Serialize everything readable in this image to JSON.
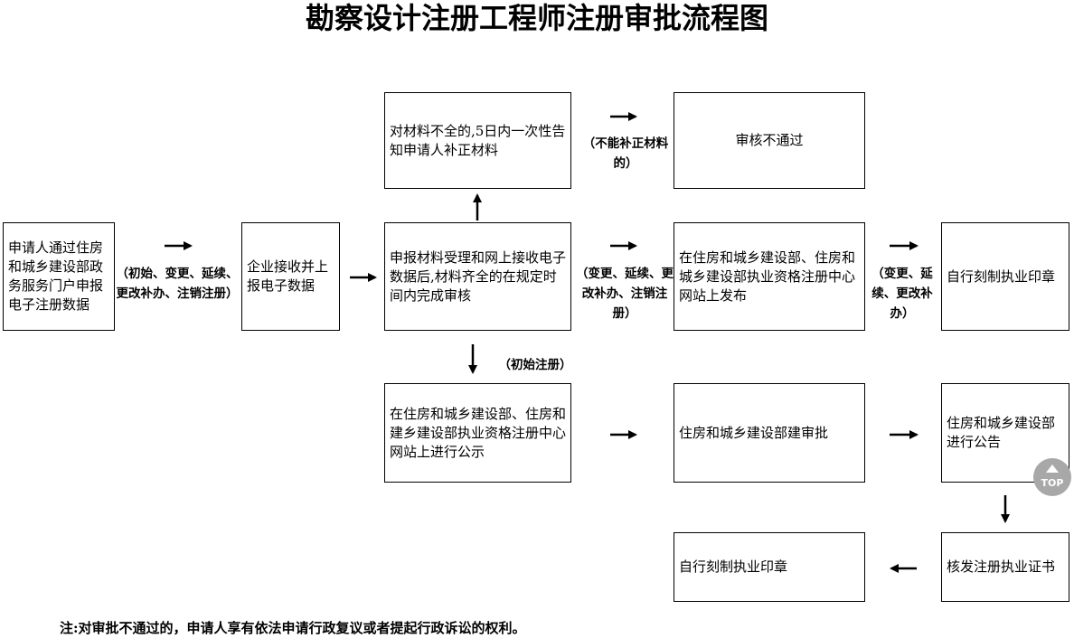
{
  "title": "勘察设计注册工程师注册审批流程图",
  "boxes": {
    "apply": "申请人通过住房和城乡建设部政务服务门户申报电子注册数据",
    "enterprise": "企业接收并上报电子数据",
    "review": "申报材料受理和网上接收电子数据后,材料齐全的在规定时间内完成审核",
    "incomplete": "对材料不全的,5日内一次性告知申请人补正材料",
    "rejected": "审核不通过",
    "publish": "在住房和城乡建设部、住房和城乡建设部执业资格注册中心网站上发布",
    "seal_top": "自行刻制执业印章",
    "publicize": "在住房和城乡建设部、住房和建乡建设部执业资格注册中心网站上进行公示",
    "approve": "住房和城乡建设部建审批",
    "announce": "住房和城乡建设部进行公告",
    "certificate": "核发注册执业证书",
    "seal_bottom": "自行刻制执业印章"
  },
  "labels": {
    "apply_to_enterprise": "（初始、变更、延续、更改补办、注销注册）",
    "cannot_correct": "（不能补正材料的）",
    "review_to_publish": "（变更、延续、更改补办、注销注册）",
    "publish_to_seal": "（变更、延续、更改补办）",
    "initial": "（初始注册）"
  },
  "note": "注:对审批不通过的，申请人享有依法申请行政复议或者提起行政诉讼的权利。",
  "top_button": "TOP"
}
